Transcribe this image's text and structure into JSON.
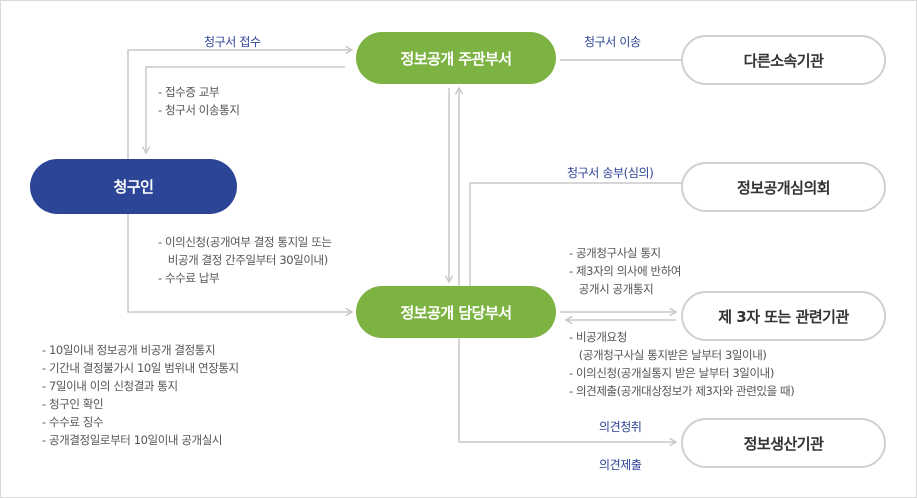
{
  "nodes": {
    "main_dept": "정보공개 주관부서",
    "other_agency": "다른소속기관",
    "requester": "청구인",
    "committee": "정보공개심의회",
    "handling_dept": "정보공개 담당부서",
    "third_party": "제 3자 또는 관련기관",
    "producer": "정보생산기관"
  },
  "edge_labels": {
    "request_receipt": "청구서 접수",
    "request_transfer": "청구서 이송",
    "request_send": "청구서 송부(심의)",
    "opinion_request": "의견청취",
    "opinion_submit": "의견제출"
  },
  "notes": {
    "to_requester": [
      "- 접수증 교부",
      "- 청구서 이송통지"
    ],
    "objection": [
      "- 이의신청(공개여부 결정 통지일 또는",
      "   비공개 결정 간주일부터 30일이내)",
      "- 수수료 납부"
    ],
    "handling_tasks": [
      "- 10일이내 정보공개 비공개 결정통지",
      "- 기간내 결정불가시 10일 범위내 연장통지",
      "- 7일이내 이의 신청결과 통지",
      "- 청구인 확인",
      "- 수수료 징수",
      "- 공개결정일로부터 10일이내 공개실시"
    ],
    "to_third_party": [
      "- 공개청구사실 통지",
      "- 제3자의 의사에 반하여",
      "   공개시 공개통지"
    ],
    "from_third_party": [
      "- 비공개요청",
      "   (공개청구사실 통지받은 날부터 3일이내)",
      "- 이의신청(공개실통지 받은 날부터 3일이내)",
      "- 의견제출(공개대상정보가 제3자와 관련있을 때)"
    ]
  }
}
